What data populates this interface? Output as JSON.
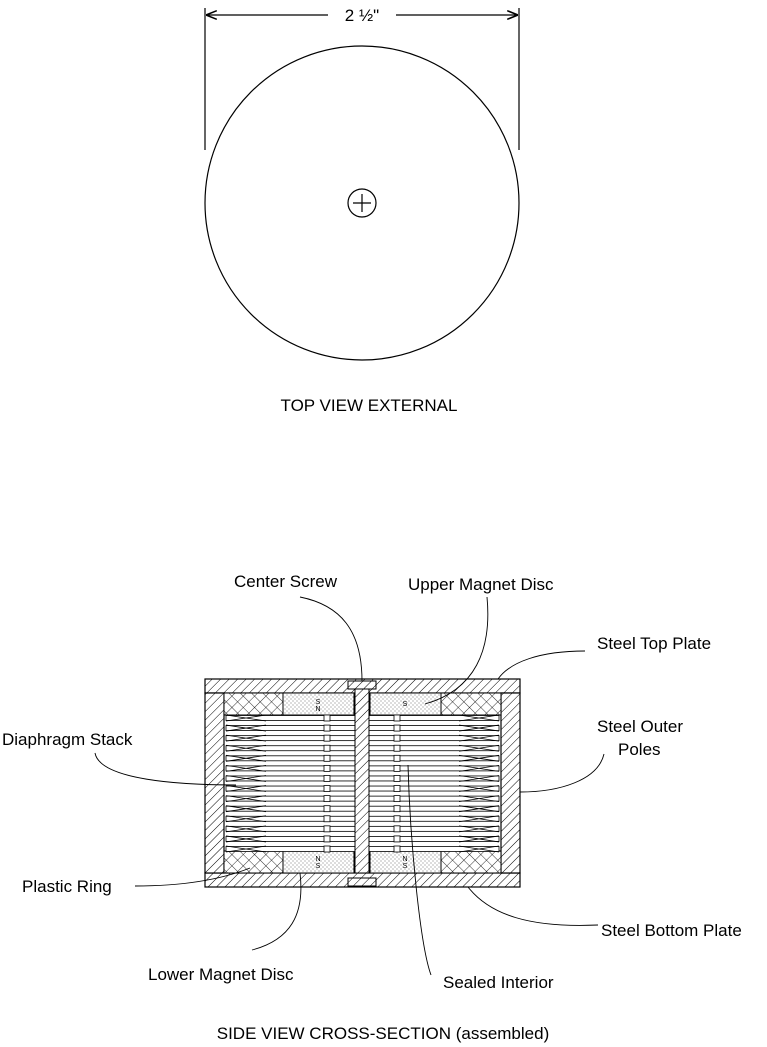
{
  "top_view": {
    "dimension": "2 ½\"",
    "caption": "TOP VIEW EXTERNAL"
  },
  "side_view": {
    "caption": "SIDE VIEW CROSS-SECTION (assembled)",
    "labels": {
      "center_screw": "Center Screw",
      "upper_magnet_disc": "Upper Magnet Disc",
      "steel_top_plate": "Steel Top Plate",
      "diaphragm_stack": "Diaphragm Stack",
      "steel_outer_poles_1": "Steel Outer",
      "steel_outer_poles_2": "Poles",
      "plastic_ring": "Plastic Ring",
      "steel_bottom_plate": "Steel Bottom Plate",
      "lower_magnet_disc": "Lower Magnet Disc",
      "sealed_interior": "Sealed Interior"
    },
    "pole_marks": {
      "north": "N",
      "south": "S"
    }
  }
}
